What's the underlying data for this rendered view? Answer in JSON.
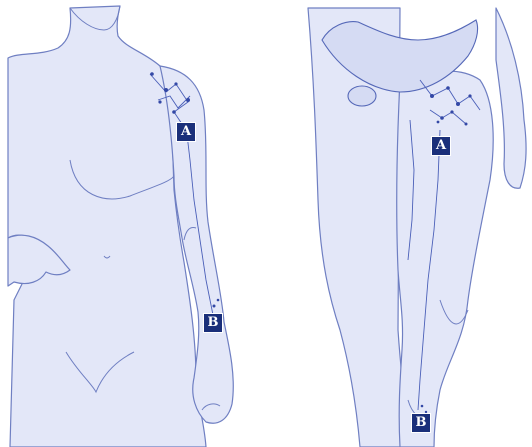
{
  "colors": {
    "skin": "#e3e7f8",
    "outline": "#6f7fc2",
    "vessel": "#4a5fb8",
    "node": "#3348a6",
    "label_bg": "#1a2f7a",
    "label_fg": "#ffffff"
  },
  "left_panel": {
    "label_a": "A",
    "label_b": "B"
  },
  "right_panel": {
    "label_a": "A",
    "label_b": "B"
  }
}
